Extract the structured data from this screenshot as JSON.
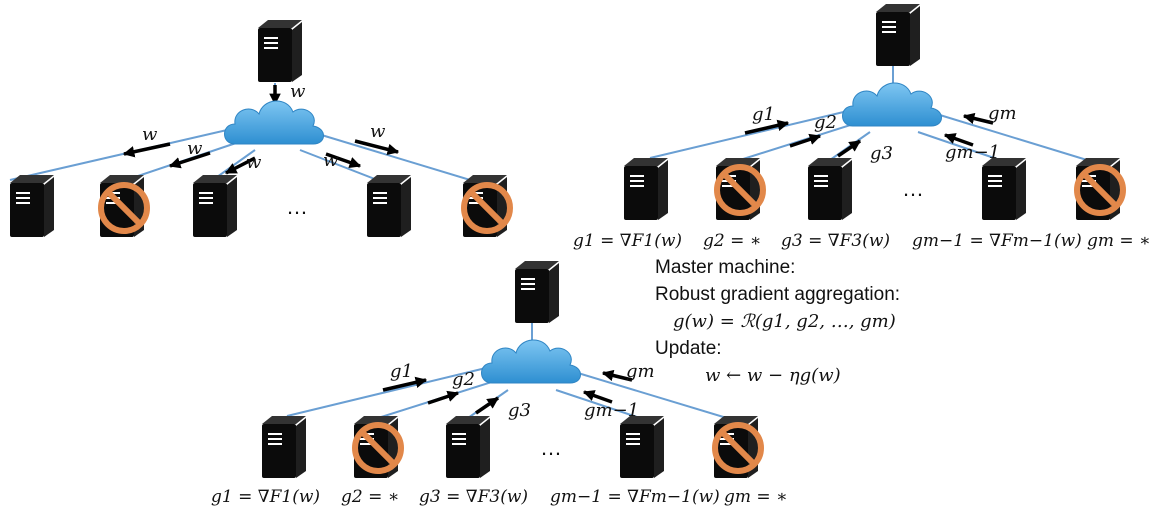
{
  "broadcast": {
    "model_label": "w"
  },
  "aggregation": {
    "gradient_labels": [
      "g1",
      "g2",
      "g3",
      "gm−1",
      "gm"
    ],
    "worker_captions": [
      "g1 = ∇F1(w)",
      "g2 = ∗",
      "g3 = ∇F3(w)",
      "gm−1 = ∇Fm−1(w)",
      "gm = ∗"
    ],
    "ellipsis": "…"
  },
  "master_note": {
    "title": "Master machine:",
    "step1": "Robust gradient aggregation:",
    "step1_formula": "g(w) = ℛ(g1, g2, …, gm)",
    "step2": "Update:",
    "step2_formula": "w ← w − ηg(w)"
  },
  "colors": {
    "cloud": "#41a5e0",
    "link": "#6a9fd3",
    "server": "#0b0b0b",
    "prohibited": "#e2884a"
  }
}
